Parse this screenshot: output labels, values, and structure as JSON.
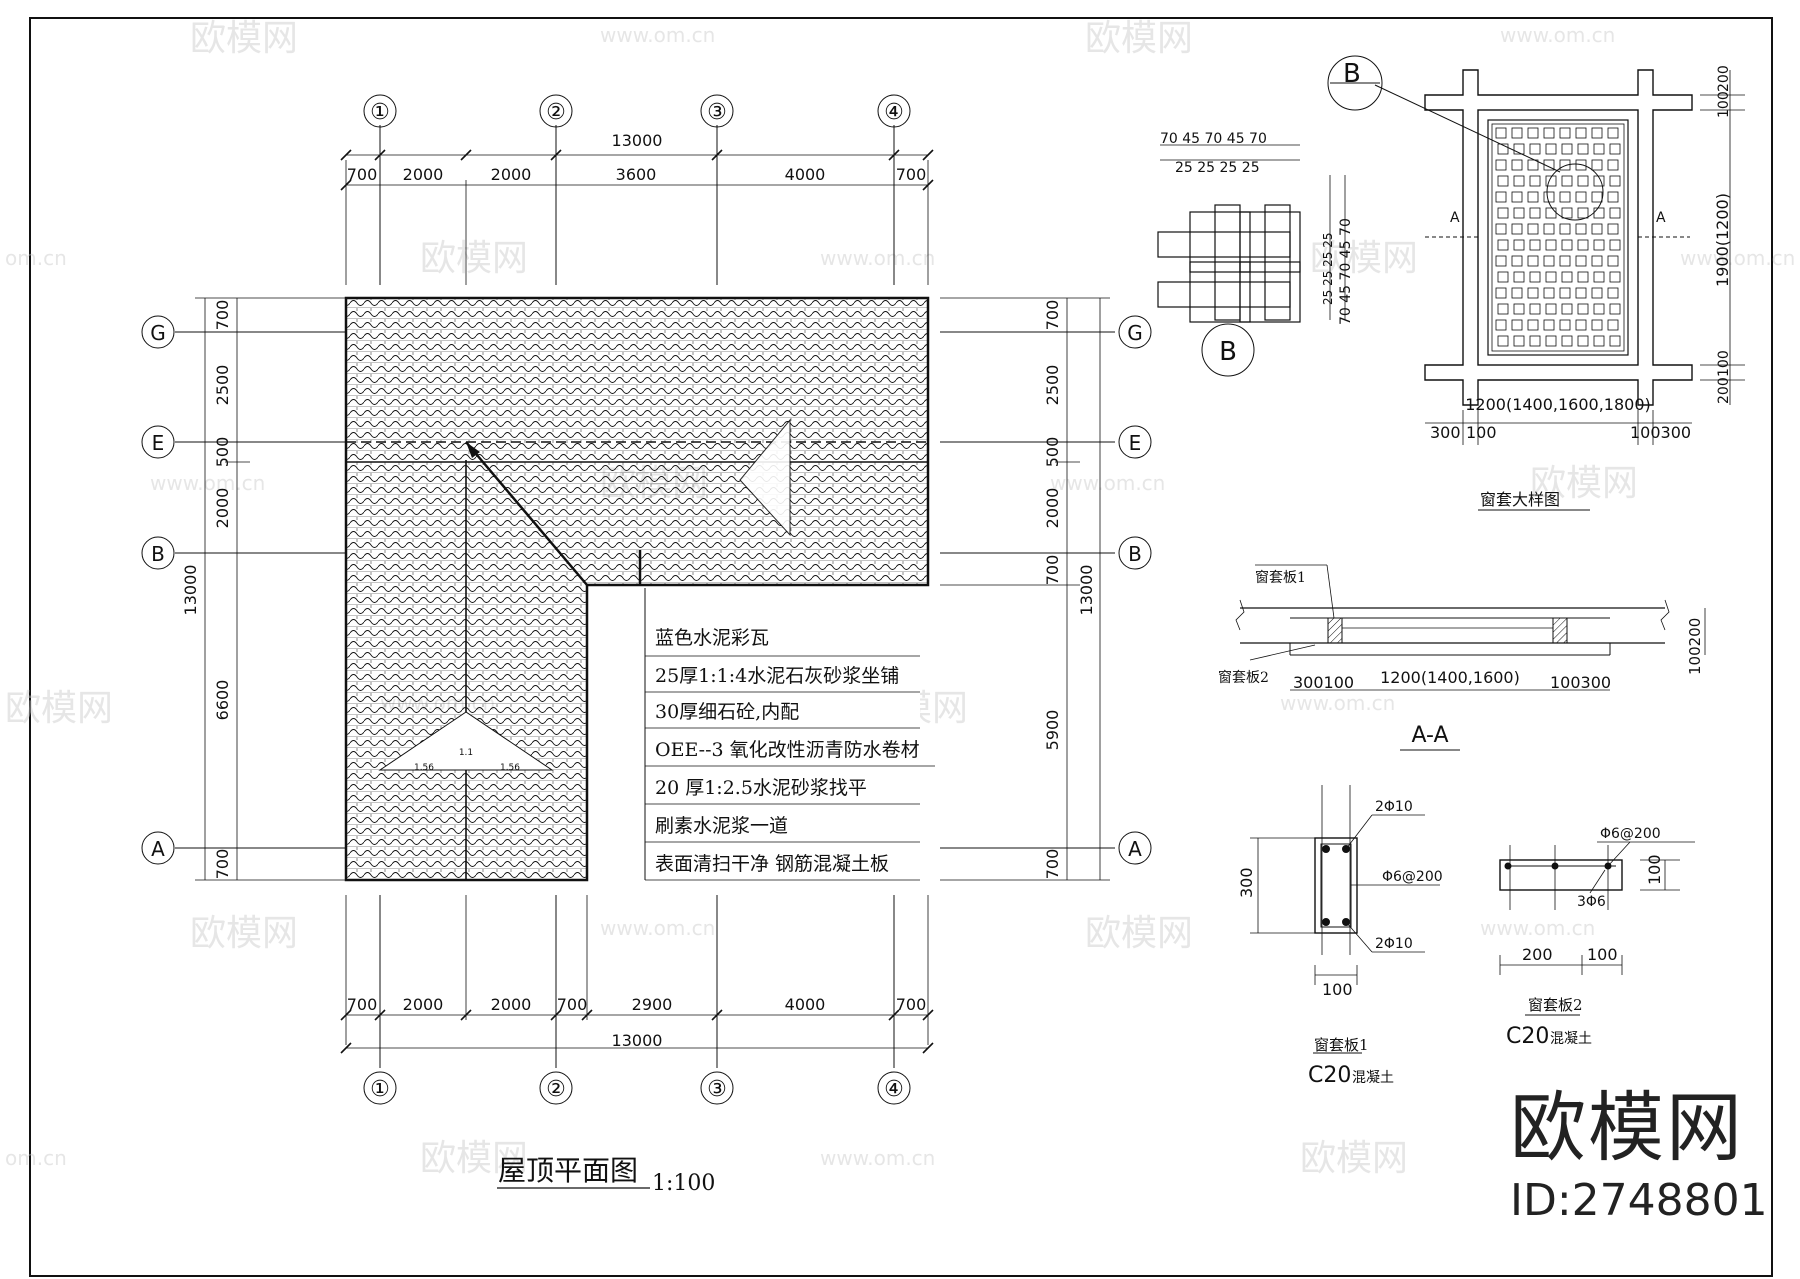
{
  "roof_plan": {
    "title": "屋顶平面图",
    "scale": "1:100",
    "grid_cols": [
      "①",
      "②",
      "③",
      "④"
    ],
    "grid_rows": [
      "G",
      "E",
      "B",
      "A"
    ],
    "top_total": "13000",
    "top_dims": [
      "700",
      "2000",
      "2000",
      "3600",
      "4000",
      "700"
    ],
    "bottom_total": "13000",
    "bottom_dims": [
      "700",
      "2000",
      "2000",
      "700",
      "2900",
      "4000",
      "700"
    ],
    "left_total": "13000",
    "left_dims": [
      "700",
      "2500",
      "500",
      "2000",
      "6600",
      "700"
    ],
    "right_total": "13000",
    "right_dims": [
      "700",
      "2500",
      "500",
      "2000",
      "700",
      "5900",
      "700"
    ],
    "slope_labels": [
      "1.56",
      "1.1",
      "1.56"
    ],
    "layers": [
      "蓝色水泥彩瓦",
      "25厚1:1:4水泥石灰砂浆坐铺",
      "30厚细石砼,内配",
      "OEE--3 氧化改性沥青防水卷材",
      "20 厚1:2.5水泥砂浆找平",
      "刷素水泥浆一道",
      "表面清扫干净 钢筋混凝土板"
    ]
  },
  "detail_b": {
    "label": "B",
    "top_dims_row1": "70 45 70 45 70",
    "top_dims_row2": "25 25    25 25",
    "side_dims_row1": "70 45 70 45 70",
    "side_dims_row2": "25 25 25 25"
  },
  "window_frame": {
    "title": "窗套大样图",
    "callout": "B",
    "section_mark_left": "A",
    "section_mark_right": "A",
    "width_dim": "1200(1400,1600,1800)",
    "height_dim": "1900(1200)",
    "top_dims": [
      "100",
      "200"
    ],
    "bottom_dims": [
      "200",
      "100"
    ],
    "bottom_left": "300",
    "bottom_left2": "100",
    "bottom_right": "100300"
  },
  "section_aa": {
    "title": "A-A",
    "board1": "窗套板1",
    "board2": "窗套板2",
    "left_dims": "300100",
    "mid_dim": "1200(1400,1600)",
    "right_dims": "100300",
    "side_dims": "100200"
  },
  "board1": {
    "name": "窗套板1",
    "concrete": "C20",
    "concrete_note": "混凝土",
    "rebar_top": "2Φ10",
    "stirrup": "Φ6@200",
    "rebar_bottom": "2Φ10",
    "height": "300",
    "width": "100"
  },
  "board2": {
    "name": "窗套板2",
    "concrete": "C20",
    "concrete_note": "混凝土",
    "rebar_top": "Φ6@200",
    "rebar_bottom": "3Φ6",
    "height": "100",
    "dim_a": "200",
    "dim_b": "100"
  },
  "watermark": {
    "brand": "欧模网",
    "site": "www.om.cn",
    "short": "om.cn",
    "id_label": "ID:2748801"
  },
  "colors": {
    "line": "#111111",
    "paper": "#ffffff",
    "watermark": "#d4d4d4"
  }
}
